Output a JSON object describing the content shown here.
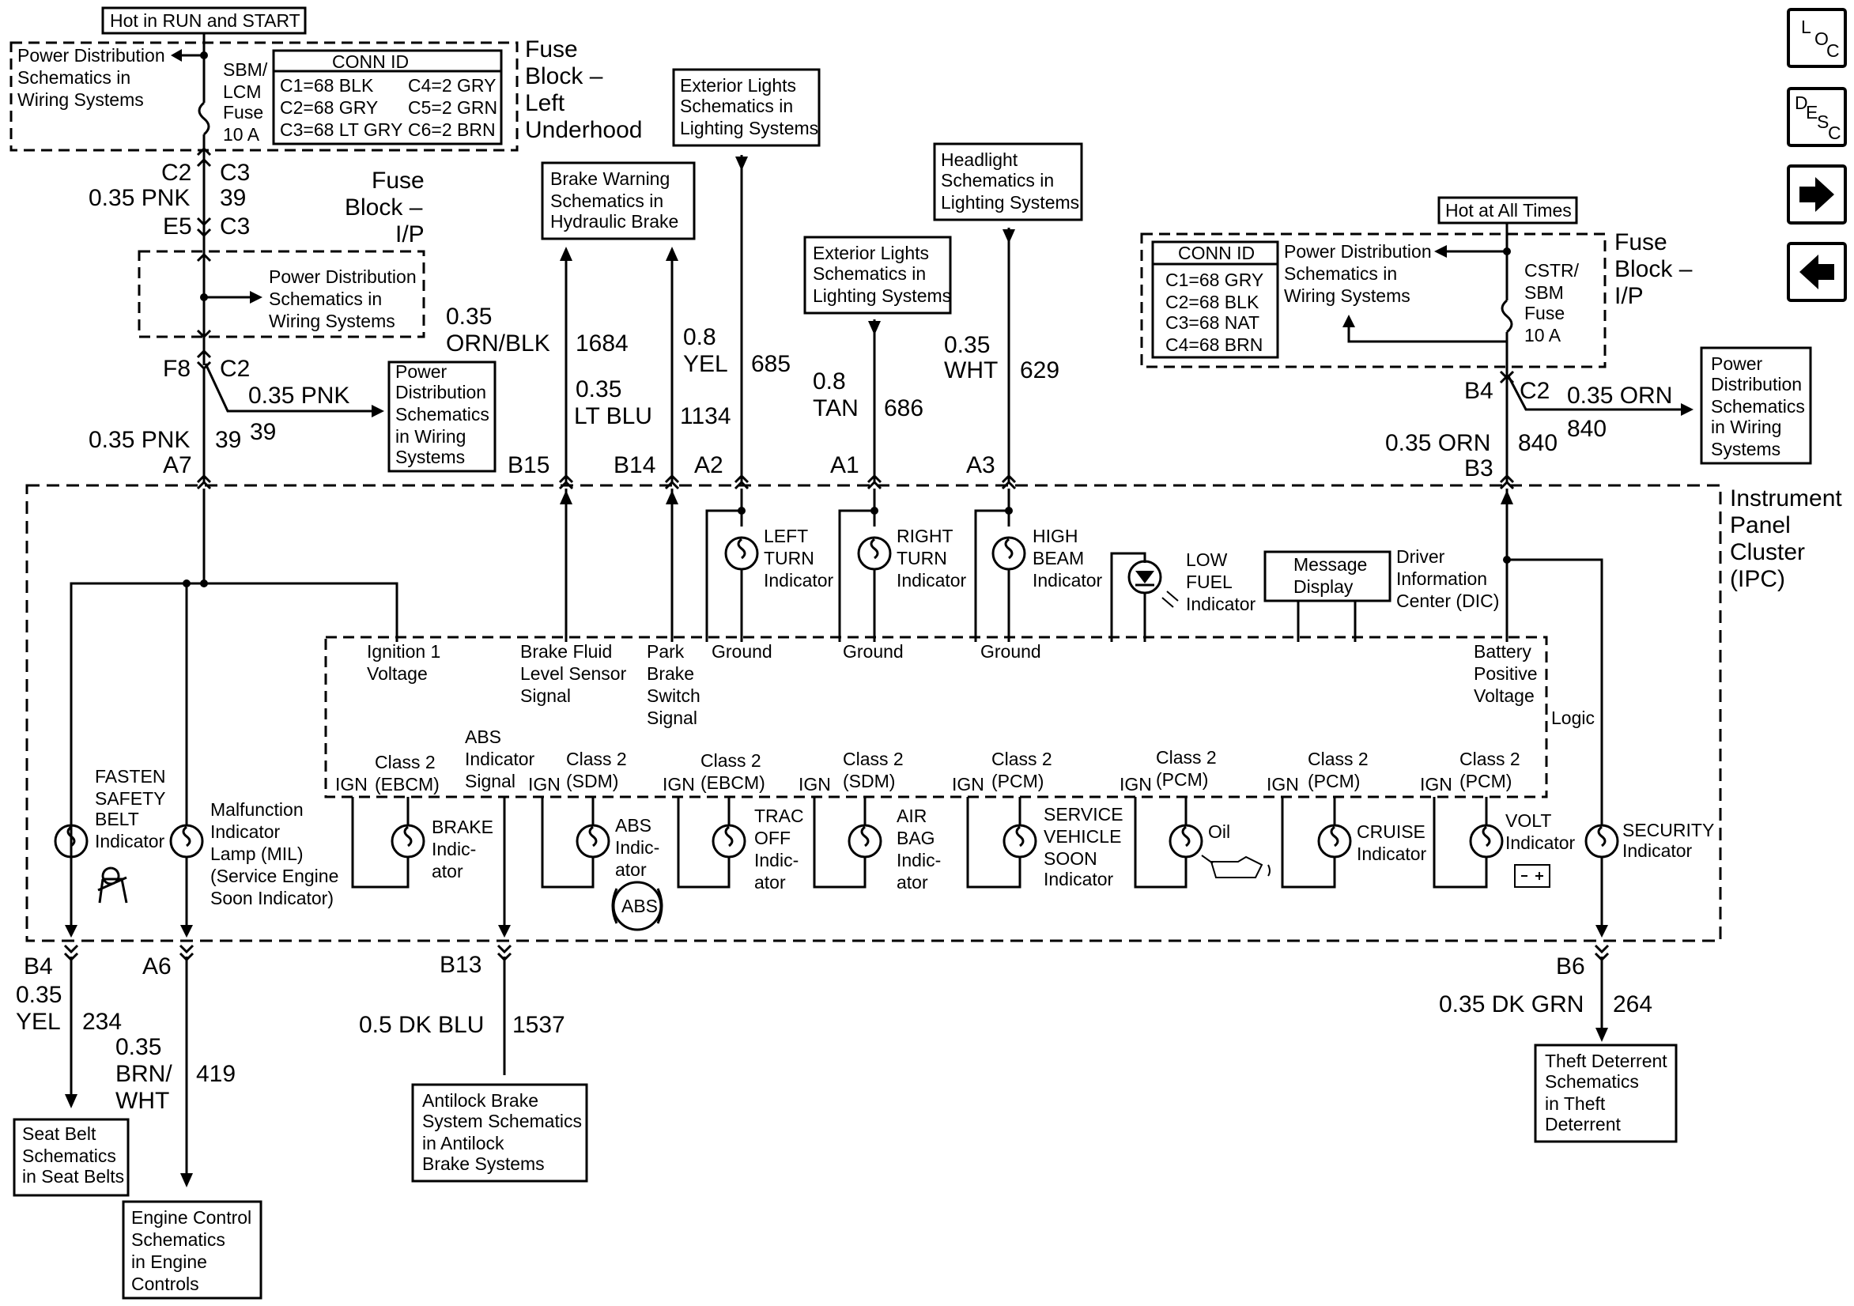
{
  "nav": {
    "loc": [
      "L",
      "O",
      "C"
    ],
    "desc": [
      "D",
      "E",
      "S",
      "C"
    ]
  },
  "hot_run_start": "Hot in RUN and START",
  "hot_all_times": "Hot at All Times",
  "fuse_left": {
    "title": [
      "Fuse",
      "Block –",
      "Left",
      "Underhood"
    ],
    "fuse": [
      "SBM/",
      "LCM",
      "Fuse",
      "10 A"
    ],
    "conn_title": "CONN ID",
    "conn": [
      "C1=68 BLK",
      "C4=2 GRY",
      "C2=68 GRY",
      "C5=2 GRN",
      "C3=68 LT GRY",
      "C6=2 BRN"
    ],
    "pd_ref": [
      "Power Distribution",
      "Schematics in",
      "Wiring Systems"
    ]
  },
  "fuse_ip": {
    "title": [
      "Fuse",
      "Block –",
      "I/P"
    ]
  },
  "fuse_right": {
    "title": [
      "Fuse",
      "Block –",
      "I/P"
    ],
    "fuse": [
      "CSTR/",
      "SBM",
      "Fuse",
      "10 A"
    ],
    "conn_title": "CONN ID",
    "conn": [
      "C1=68 GRY",
      "C2=68 BLK",
      "C3=68 NAT",
      "C4=68 BRN"
    ],
    "pd_ref": [
      "Power Distribution",
      "Schematics in",
      "Wiring Systems"
    ]
  },
  "pd_mid": [
    "Power Distribution",
    "Schematics in",
    "Wiring Systems"
  ],
  "pd_box1": [
    "Power",
    "Distribution",
    "Schematics",
    "in Wiring",
    "Systems"
  ],
  "pd_box2": [
    "Power",
    "Distribution",
    "Schematics",
    "in Wiring",
    "Systems"
  ],
  "ref_brake": [
    "Brake Warning",
    "Schematics in",
    "Hydraulic Brake"
  ],
  "ref_ext1": [
    "Exterior Lights",
    "Schematics in",
    "Lighting Systems"
  ],
  "ref_ext2": [
    "Exterior Lights",
    "Schematics in",
    "Lighting Systems"
  ],
  "ref_head": [
    "Headlight",
    "Schematics in",
    "Lighting Systems"
  ],
  "ref_seat": [
    "Seat Belt",
    "Schematics",
    "in Seat Belts"
  ],
  "ref_engine": [
    "Engine Control",
    "Schematics",
    "in Engine",
    "Controls"
  ],
  "ref_abs": [
    "Antilock Brake",
    "System Schematics",
    "in Antilock",
    "Brake Systems"
  ],
  "ref_theft": [
    "Theft Deterrent",
    "Schematics",
    "in Theft",
    "Deterrent"
  ],
  "wires": {
    "c2": "C2",
    "c3": "C3",
    "pnk1": "0.35 PNK",
    "w39a": "39",
    "e5": "E5",
    "c3b": "C3",
    "f8": "F8",
    "c2b": "C2",
    "pnk2": "0.35 PNK",
    "pnk3": "0.35 PNK",
    "w39b": "39",
    "w39c": "39",
    "a7": "A7",
    "orn_blk": [
      "0.35",
      "ORN/BLK"
    ],
    "w1684": "1684",
    "lt_blu": [
      "0.35",
      "LT BLU"
    ],
    "w1134": "1134",
    "yel8": [
      "0.8",
      "YEL"
    ],
    "w685": "685",
    "tan8": [
      "0.8",
      "TAN"
    ],
    "w686": "686",
    "wht": [
      "0.35",
      "WHT"
    ],
    "w629": "629",
    "b15": "B15",
    "b14": "B14",
    "a2": "A2",
    "a1": "A1",
    "a3": "A3",
    "b4r": "B4",
    "c2r": "C2",
    "orn_r": "0.35 ORN",
    "w840a": "840",
    "orn_b3": "0.35 ORN",
    "w840b": "840",
    "b3": "B3",
    "b4": "B4",
    "yel35": [
      "0.35",
      "YEL"
    ],
    "w234": "234",
    "a6": "A6",
    "brn_wht": [
      "0.35",
      "BRN/",
      "WHT"
    ],
    "w419": "419",
    "b13": "B13",
    "dk_blu": "0.5 DK BLU",
    "w1537": "1537",
    "b6": "B6",
    "dk_grn": "0.35 DK GRN",
    "w264": "264"
  },
  "ipc": {
    "title": [
      "Instrument",
      "Panel",
      "Cluster",
      "(IPC)"
    ],
    "left_turn": [
      "LEFT",
      "TURN",
      "Indicator"
    ],
    "right_turn": [
      "RIGHT",
      "TURN",
      "Indicator"
    ],
    "high_beam": [
      "HIGH",
      "BEAM",
      "Indicator"
    ],
    "low_fuel": [
      "LOW",
      "FUEL",
      "Indicator"
    ],
    "msg": [
      "Message",
      "Display"
    ],
    "dic": [
      "Driver",
      "Information",
      "Center (DIC)"
    ],
    "ign1": [
      "Ignition 1",
      "Voltage"
    ],
    "bfl": [
      "Brake Fluid",
      "Level Sensor",
      "Signal"
    ],
    "pbs": [
      "Park",
      "Brake",
      "Switch",
      "Signal"
    ],
    "gnd": "Ground",
    "bpv": [
      "Battery",
      "Positive",
      "Voltage"
    ],
    "logic": "Logic",
    "abs_sig": [
      "ABS",
      "Indicator",
      "Signal"
    ],
    "ign": "IGN",
    "classes": [
      [
        "Class 2",
        "(EBCM)"
      ],
      [
        "Class 2",
        "(SDM)"
      ],
      [
        "Class 2",
        "(EBCM)"
      ],
      [
        "Class 2",
        "(SDM)"
      ],
      [
        "Class 2",
        "(PCM)"
      ],
      [
        "Class 2",
        "(PCM)"
      ],
      [
        "Class 2",
        "(PCM)"
      ],
      [
        "Class 2",
        "(PCM)"
      ]
    ],
    "fasten": [
      "FASTEN",
      "SAFETY",
      "BELT",
      "Indicator"
    ],
    "mil": [
      "Malfunction",
      "Indicator",
      "Lamp (MIL)",
      "(Service Engine",
      "Soon Indicator)"
    ],
    "brake": [
      "BRAKE",
      "Indic-",
      "ator"
    ],
    "abs": [
      "ABS",
      "Indic-",
      "ator"
    ],
    "abs_sym": "ABS",
    "trac": [
      "TRAC",
      "OFF",
      "Indic-",
      "ator"
    ],
    "airbag": [
      "AIR",
      "BAG",
      "Indic-",
      "ator"
    ],
    "svc": [
      "SERVICE",
      "VEHICLE",
      "SOON",
      "Indicator"
    ],
    "oil": "Oil",
    "cruise": [
      "CRUISE",
      "Indicator"
    ],
    "volt": [
      "VOLT",
      "Indicator"
    ],
    "security": [
      "SECURITY",
      "Indicator"
    ]
  }
}
